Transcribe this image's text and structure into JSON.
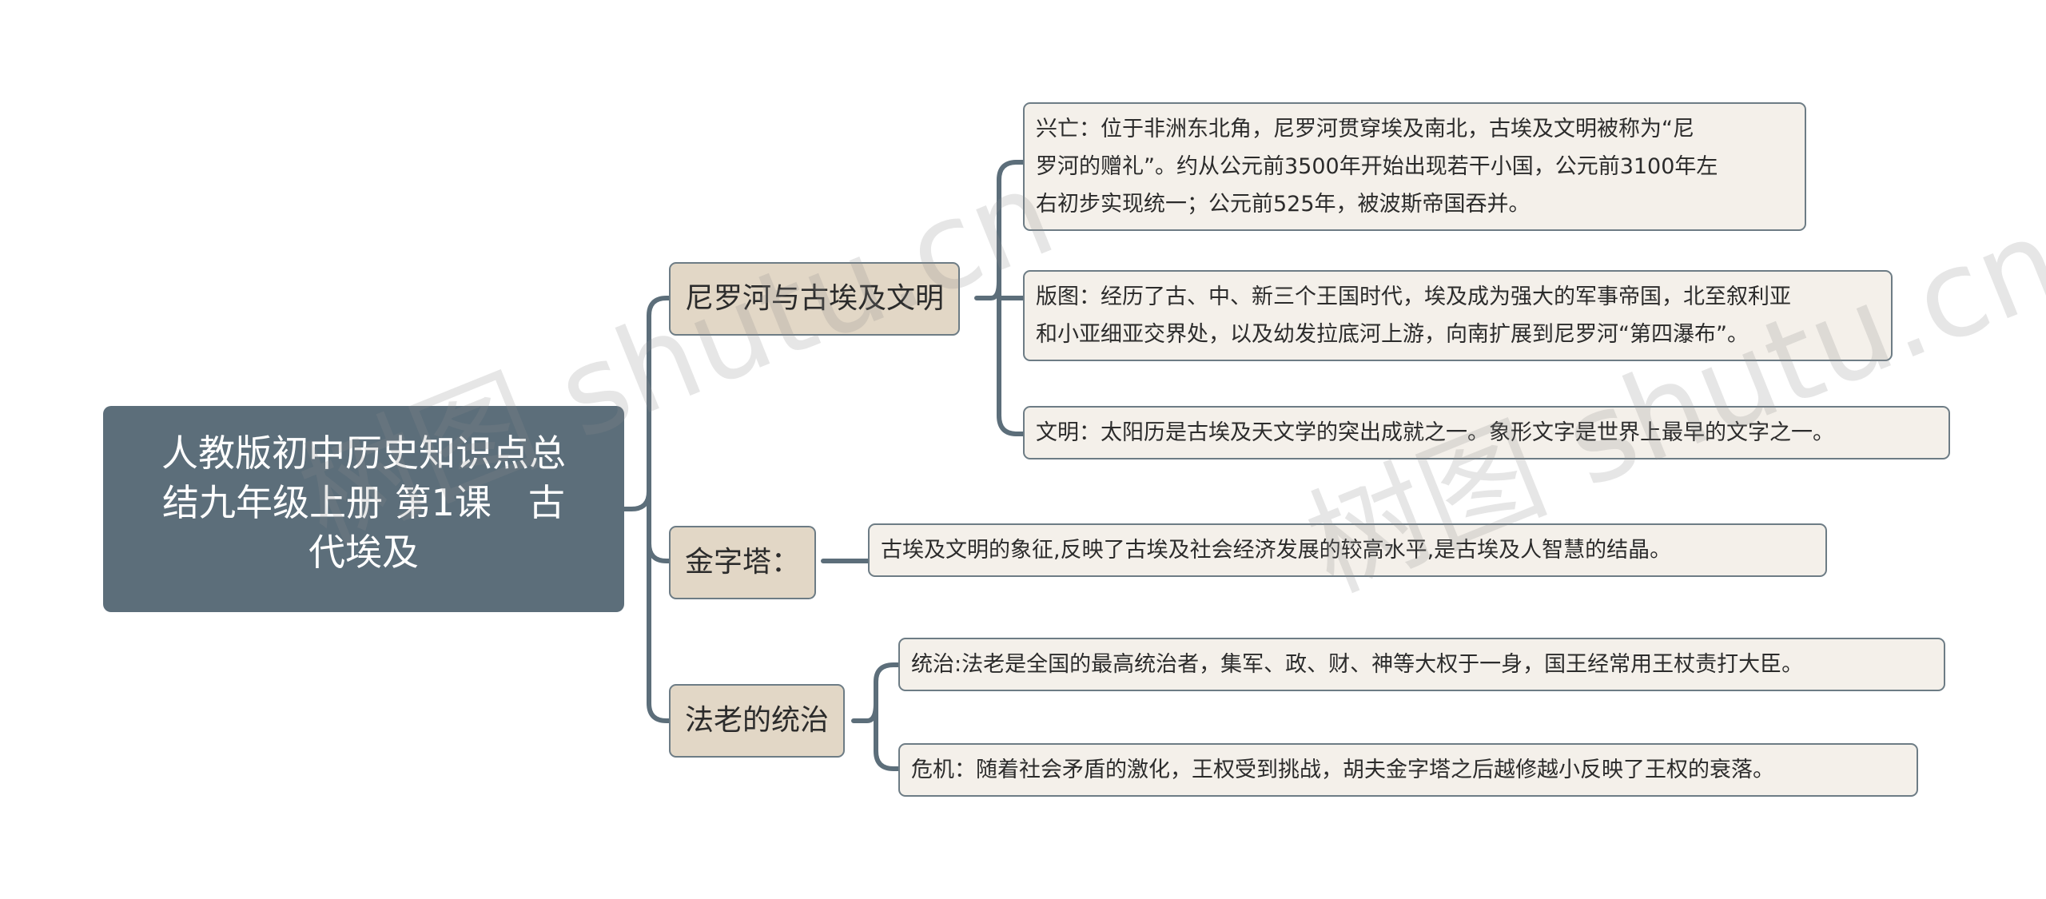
{
  "root": {
    "title_lines": [
      "人教版初中历史知识点总",
      "结九年级上册 第1课　古",
      "代埃及"
    ]
  },
  "branches": [
    {
      "label": "尼罗河与古埃及文明",
      "children": [
        {
          "lines": [
            "兴亡：位于非洲东北角，尼罗河贯穿埃及南北，古埃及文明被称为“尼",
            "罗河的赠礼”。约从公元前3500年开始出现若干小国，公元前3100年左",
            "右初步实现统一；公元前525年，被波斯帝国吞并。"
          ]
        },
        {
          "lines": [
            "版图：经历了古、中、新三个王国时代，埃及成为强大的军事帝国，北至叙利亚",
            "和小亚细亚交界处，以及幼发拉底河上游，向南扩展到尼罗河“第四瀑布”。"
          ]
        },
        {
          "lines": [
            "文明：太阳历是古埃及天文学的突出成就之一。象形文字是世界上最早的文字之一。"
          ]
        }
      ]
    },
    {
      "label": "金字塔：",
      "children": [
        {
          "lines": [
            "古埃及文明的象征,反映了古埃及社会经济发展的较高水平,是古埃及人智慧的结晶。"
          ]
        }
      ]
    },
    {
      "label": "法老的统治",
      "children": [
        {
          "lines": [
            "统治:法老是全国的最高统治者，集军、政、财、神等大权于一身，国王经常用王杖责打大臣。"
          ]
        },
        {
          "lines": [
            "危机：随着社会矛盾的激化，王权受到挑战，胡夫金字塔之后越修越小反映了王权的衰落。"
          ]
        }
      ]
    }
  ],
  "watermarks": [
    "树图 shutu.cn",
    "树图 shutu.cn"
  ],
  "colors": {
    "root_bg": "#5c6e7a",
    "branch_bg": "#e2d7c6",
    "leaf_bg": "#f4f0ea",
    "line": "#5c6e7a"
  }
}
